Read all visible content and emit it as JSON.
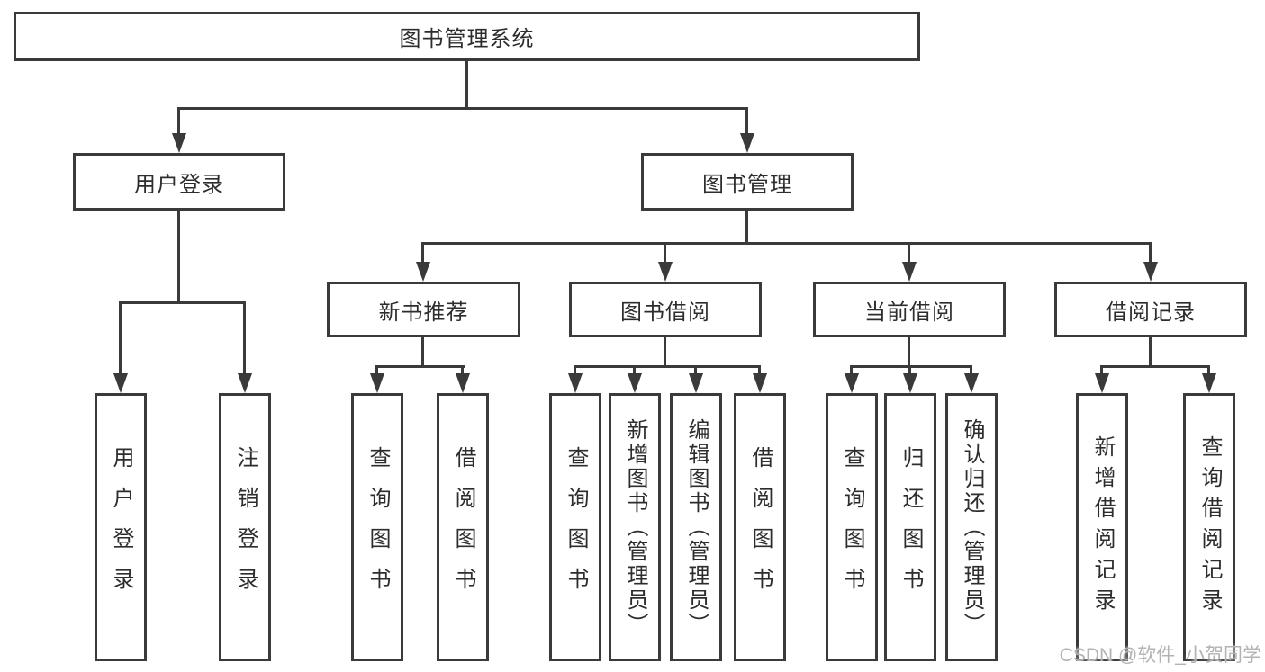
{
  "tree": {
    "label": "图书管理系统",
    "children": [
      {
        "label": "用户登录",
        "children": [
          {
            "label": "用户登录"
          },
          {
            "label": "注销登录"
          }
        ]
      },
      {
        "label": "图书管理",
        "children": [
          {
            "label": "新书推荐",
            "children": [
              {
                "label": "查询图书"
              },
              {
                "label": "借阅图书"
              }
            ]
          },
          {
            "label": "图书借阅",
            "children": [
              {
                "label": "查询图书"
              },
              {
                "label": "新增图书（管理员）"
              },
              {
                "label": "编辑图书（管理员）"
              },
              {
                "label": "借阅图书"
              }
            ]
          },
          {
            "label": "当前借阅",
            "children": [
              {
                "label": "查询图书"
              },
              {
                "label": "归还图书"
              },
              {
                "label": "确认归还（管理员）"
              }
            ]
          },
          {
            "label": "借阅记录",
            "children": [
              {
                "label": "新增借阅记录"
              },
              {
                "label": "查询借阅记录"
              }
            ]
          }
        ]
      }
    ]
  },
  "watermark": {
    "text": "CSDN @软件_小贺同学"
  },
  "colors": {
    "line": "#3a3a3a",
    "text": "#2d2d2d",
    "watermark": "#b3b3b3",
    "background": "#ffffff"
  }
}
